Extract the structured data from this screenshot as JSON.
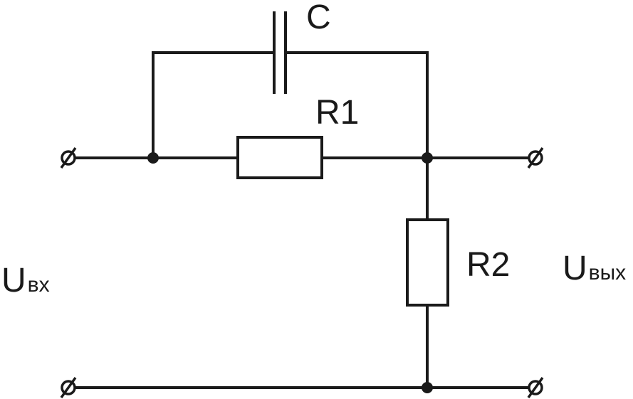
{
  "labels": {
    "capacitor": "C",
    "resistor_1": "R1",
    "resistor_2": "R2",
    "input_voltage_main": "U",
    "input_voltage_sub": "вх",
    "output_voltage_main": "U",
    "output_voltage_sub": "вых"
  },
  "colors": {
    "ink": "#1a1a1a",
    "background": "#ffffff"
  },
  "terminal_icon": "circle-slash"
}
